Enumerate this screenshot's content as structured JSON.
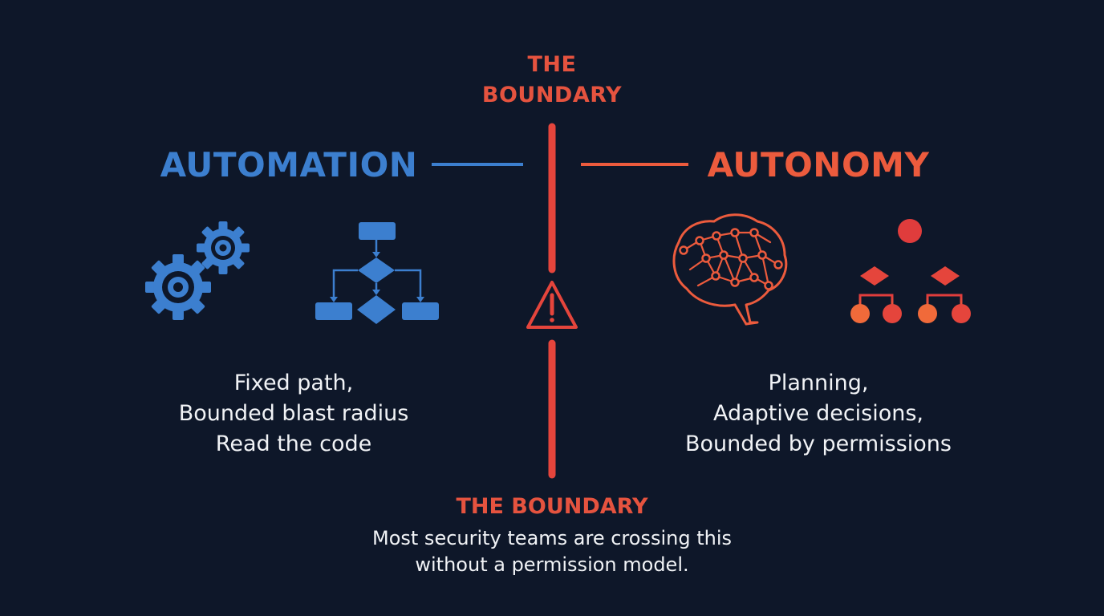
{
  "boundary_top": {
    "line1": "THE",
    "line2": "BOUNDARY"
  },
  "automation": {
    "title": "AUTOMATION",
    "lines": [
      "Fixed path,",
      "Bounded blast radius",
      "Read the code"
    ],
    "color": "#3c7fcf"
  },
  "autonomy": {
    "title": "AUTONOMY",
    "lines": [
      "Planning,",
      "Adaptive decisions,",
      "Bounded by permissions"
    ],
    "color": "#ec5b3d"
  },
  "boundary_bottom": {
    "title": "THE BOUNDARY",
    "line1": "Most security teams are crossing this",
    "line2": "without a permission model."
  },
  "icons": {
    "automation": [
      "gears-icon",
      "flowchart-icon"
    ],
    "boundary": "warning-icon",
    "autonomy": [
      "brain-network-icon",
      "decision-tree-icon"
    ]
  }
}
